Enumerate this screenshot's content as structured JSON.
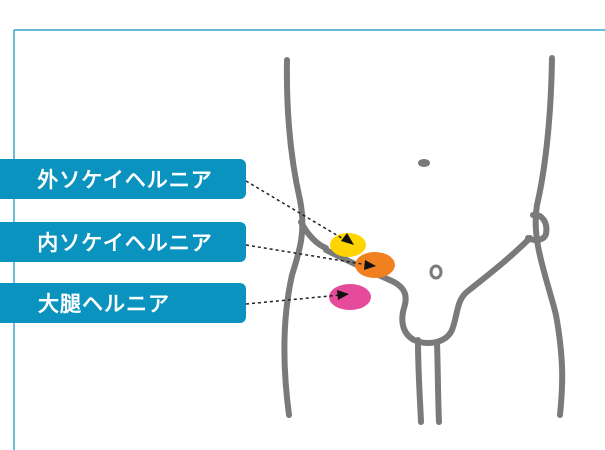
{
  "labels": {
    "external": "外ソケイヘルニア",
    "internal": "内ソケイヘルニア",
    "femoral": "大腿ヘルニア"
  },
  "colors": {
    "frame": "#0a93bf",
    "label_bg": "#0a93bf",
    "label_text": "#ffffff",
    "outline": "#7a7a7a",
    "external_marker": "#ffd400",
    "internal_marker": "#f08020",
    "femoral_marker": "#e64a9a"
  }
}
